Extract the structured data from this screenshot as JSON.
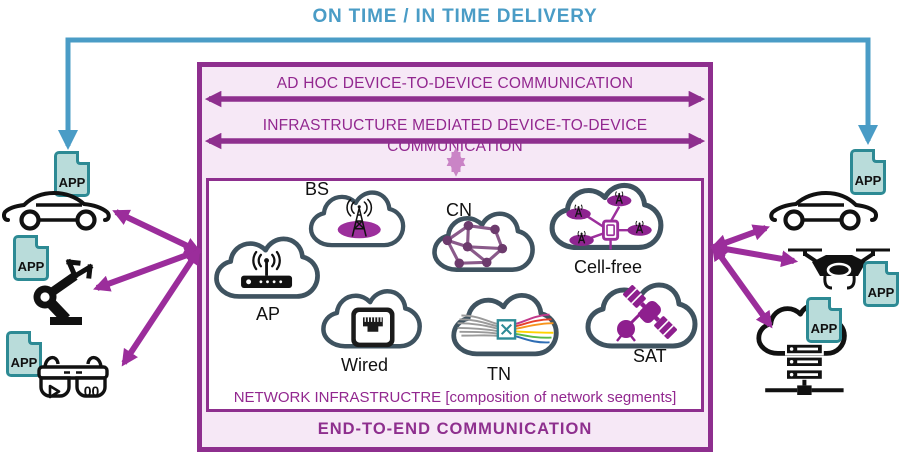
{
  "title": "ON TIME / IN TIME DELIVERY",
  "app_label": "APP",
  "outer_box": {
    "ad_hoc_label": "AD HOC DEVICE-TO-DEVICE COMMUNICATION",
    "infrastructure_label": "INFRASTRUCTURE MEDIATED DEVICE-TO-DEVICE COMMUNICATION",
    "end_to_end_label": "END-TO-END COMMUNICATION"
  },
  "network_box": {
    "caption": "NETWORK INFRASTRUCTRE [composition of network segments]",
    "segments": {
      "bs": "BS",
      "cn": "CN",
      "cell_free": "Cell-free",
      "ap": "AP",
      "wired": "Wired",
      "tn": "TN",
      "sat": "SAT"
    }
  },
  "devices": {
    "glasses_screen_text": "00"
  },
  "icons": {
    "bs": "radio-tower-icon",
    "cn": "mesh-network-icon",
    "cell_free": "distributed-antennas-icon",
    "ap": "wifi-router-icon",
    "wired": "ethernet-port-icon",
    "tn": "fiber-switch-icon",
    "sat": "satellite-icon",
    "left_devices": [
      "car-icon",
      "robot-arm-icon",
      "smart-glasses-icon"
    ],
    "right_devices": [
      "car-icon",
      "drone-icon",
      "edge-cloud-server-icon"
    ]
  },
  "colors": {
    "blue": "#4a9cc6",
    "purple": "#8e2f8e",
    "purple_text": "#92278f",
    "magenta_arrow": "#9b2d9b",
    "pink_arrow": "#ca84c6",
    "box_fill": "#f6e8f6",
    "app_fill": "#b9dcda",
    "app_border": "#2d8a94",
    "cloud_stroke": "#3f5360",
    "bs_ellipse": "#9c2f9c"
  }
}
